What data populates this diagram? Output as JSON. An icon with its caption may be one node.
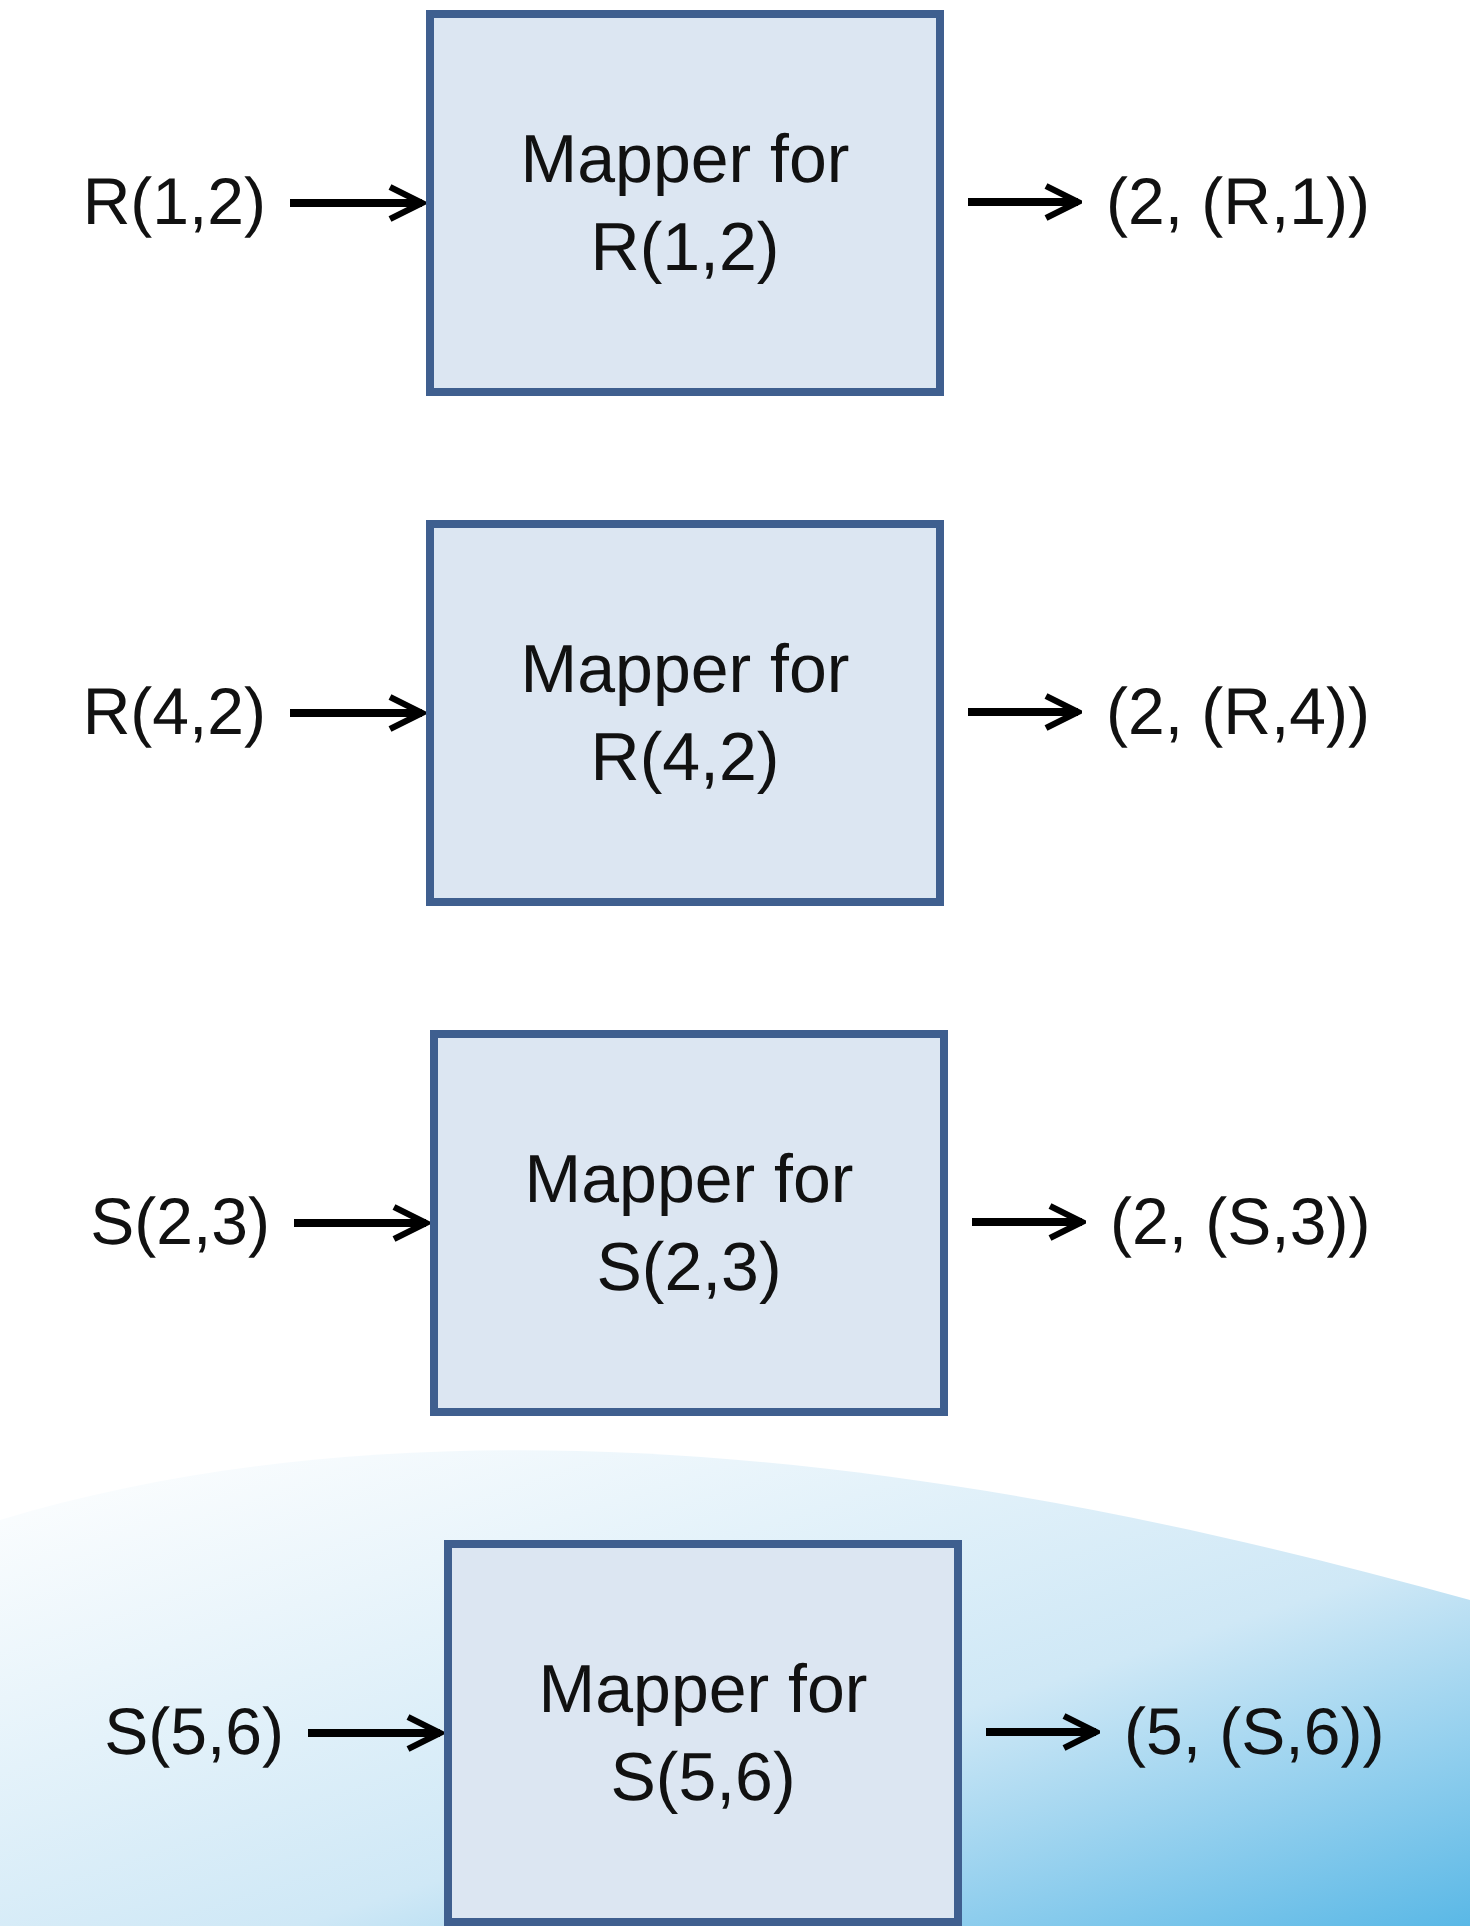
{
  "diagram": {
    "nodes": [
      {
        "text": [
          "R(1,2)"
        ]
      },
      {
        "text": [
          "Mapper for R(1,2)"
        ]
      },
      {
        "text": [
          "(2, (R,1))"
        ]
      },
      {
        "text": [
          "R(4,2)"
        ]
      },
      {
        "text": [
          "Mapper for R(4,2)"
        ]
      },
      {
        "text": [
          "(2, (R,4))"
        ]
      },
      {
        "text": [
          "S(2,3)"
        ]
      },
      {
        "text": [
          "Mapper for S(2,3)"
        ]
      },
      {
        "text": [
          "(2, (S,3))"
        ]
      },
      {
        "text": [
          "S(5,6)"
        ]
      },
      {
        "text": [
          "Mapper for S(5,6)"
        ]
      },
      {
        "text": [
          "(5, (S,6))"
        ]
      }
    ],
    "edges": [
      {
        "from": 0,
        "to": 1,
        "arrow": "to"
      },
      {
        "from": 1,
        "to": 2,
        "arrow": "to"
      },
      {
        "from": 3,
        "to": 4,
        "arrow": "to"
      },
      {
        "from": 4,
        "to": 5,
        "arrow": "to"
      },
      {
        "from": 6,
        "to": 7,
        "arrow": "to"
      },
      {
        "from": 7,
        "to": 8,
        "arrow": "to"
      },
      {
        "from": 9,
        "to": 10,
        "arrow": "to"
      },
      {
        "from": 10,
        "to": 11,
        "arrow": "to"
      }
    ]
  }
}
